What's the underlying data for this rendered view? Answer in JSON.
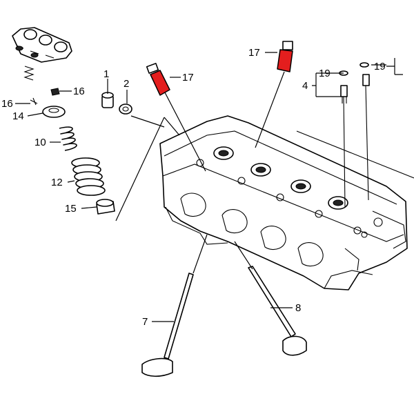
{
  "diagram": {
    "labels": {
      "p1": "1",
      "p2": "2",
      "p4": "4",
      "p7": "7",
      "p8": "8",
      "p10": "10",
      "p12": "12",
      "p14": "14",
      "p15": "15",
      "p16a": "16",
      "p16b": "16",
      "p17a": "17",
      "p17b": "17",
      "p19a": "19",
      "p19b": "19"
    },
    "colors": {
      "highlight": "#e41e1e",
      "line": "#000000",
      "background": "#ffffff"
    }
  }
}
